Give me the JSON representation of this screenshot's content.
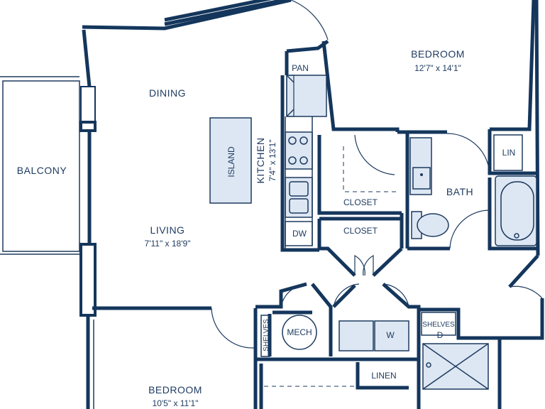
{
  "rooms": {
    "bedroom_upper": {
      "name": "BEDROOM",
      "dims": "12'7\" x 14'1\""
    },
    "dining": {
      "name": "DINING"
    },
    "balcony": {
      "name": "BALCONY"
    },
    "living": {
      "name": "LIVING",
      "dims": "7'11\" x 18'9\""
    },
    "kitchen": {
      "name": "KITCHEN",
      "dims": "7'4\" x 13'1\""
    },
    "island": {
      "name": "ISLAND"
    },
    "bath": {
      "name": "BATH"
    },
    "bedroom_lower": {
      "name": "BEDROOM",
      "dims": "10'5\" x 11'1\""
    }
  },
  "labels": {
    "pan": "PAN",
    "dw": "DW",
    "closet_1": "CLOSET",
    "closet_2": "CLOSET",
    "lin": "LIN",
    "shelves_vertical": "SHELVES",
    "mech": "MECH",
    "w": "W",
    "shelves_small": "SHELVES",
    "d": "D",
    "linen": "LINEN"
  },
  "colors": {
    "wall": "#14365c",
    "text": "#1d3a5f",
    "fixture_fill": "#dde7f3"
  }
}
